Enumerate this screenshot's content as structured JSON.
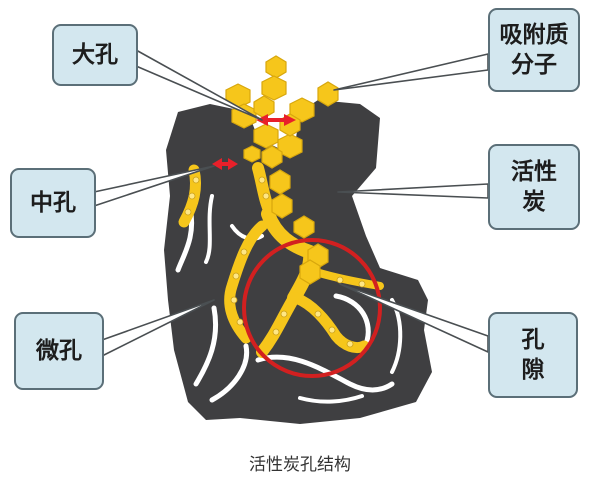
{
  "labels": {
    "large_pore": "大孔",
    "adsorbate": "吸附质\n分子",
    "activated_carbon": "活性\n炭",
    "mesopore": "中孔",
    "micropore": "微孔",
    "pore": "孔\n隙"
  },
  "caption": "活性炭孔结构",
  "colors": {
    "carbon": "#3f3f41",
    "adsorbate": "#f6c61b",
    "pore_channel": "#ffffff",
    "label_fill": "#d3e7ef",
    "label_border": "#5b6f78",
    "highlight_circle": "#d22020",
    "arrow": "#e8202a"
  }
}
